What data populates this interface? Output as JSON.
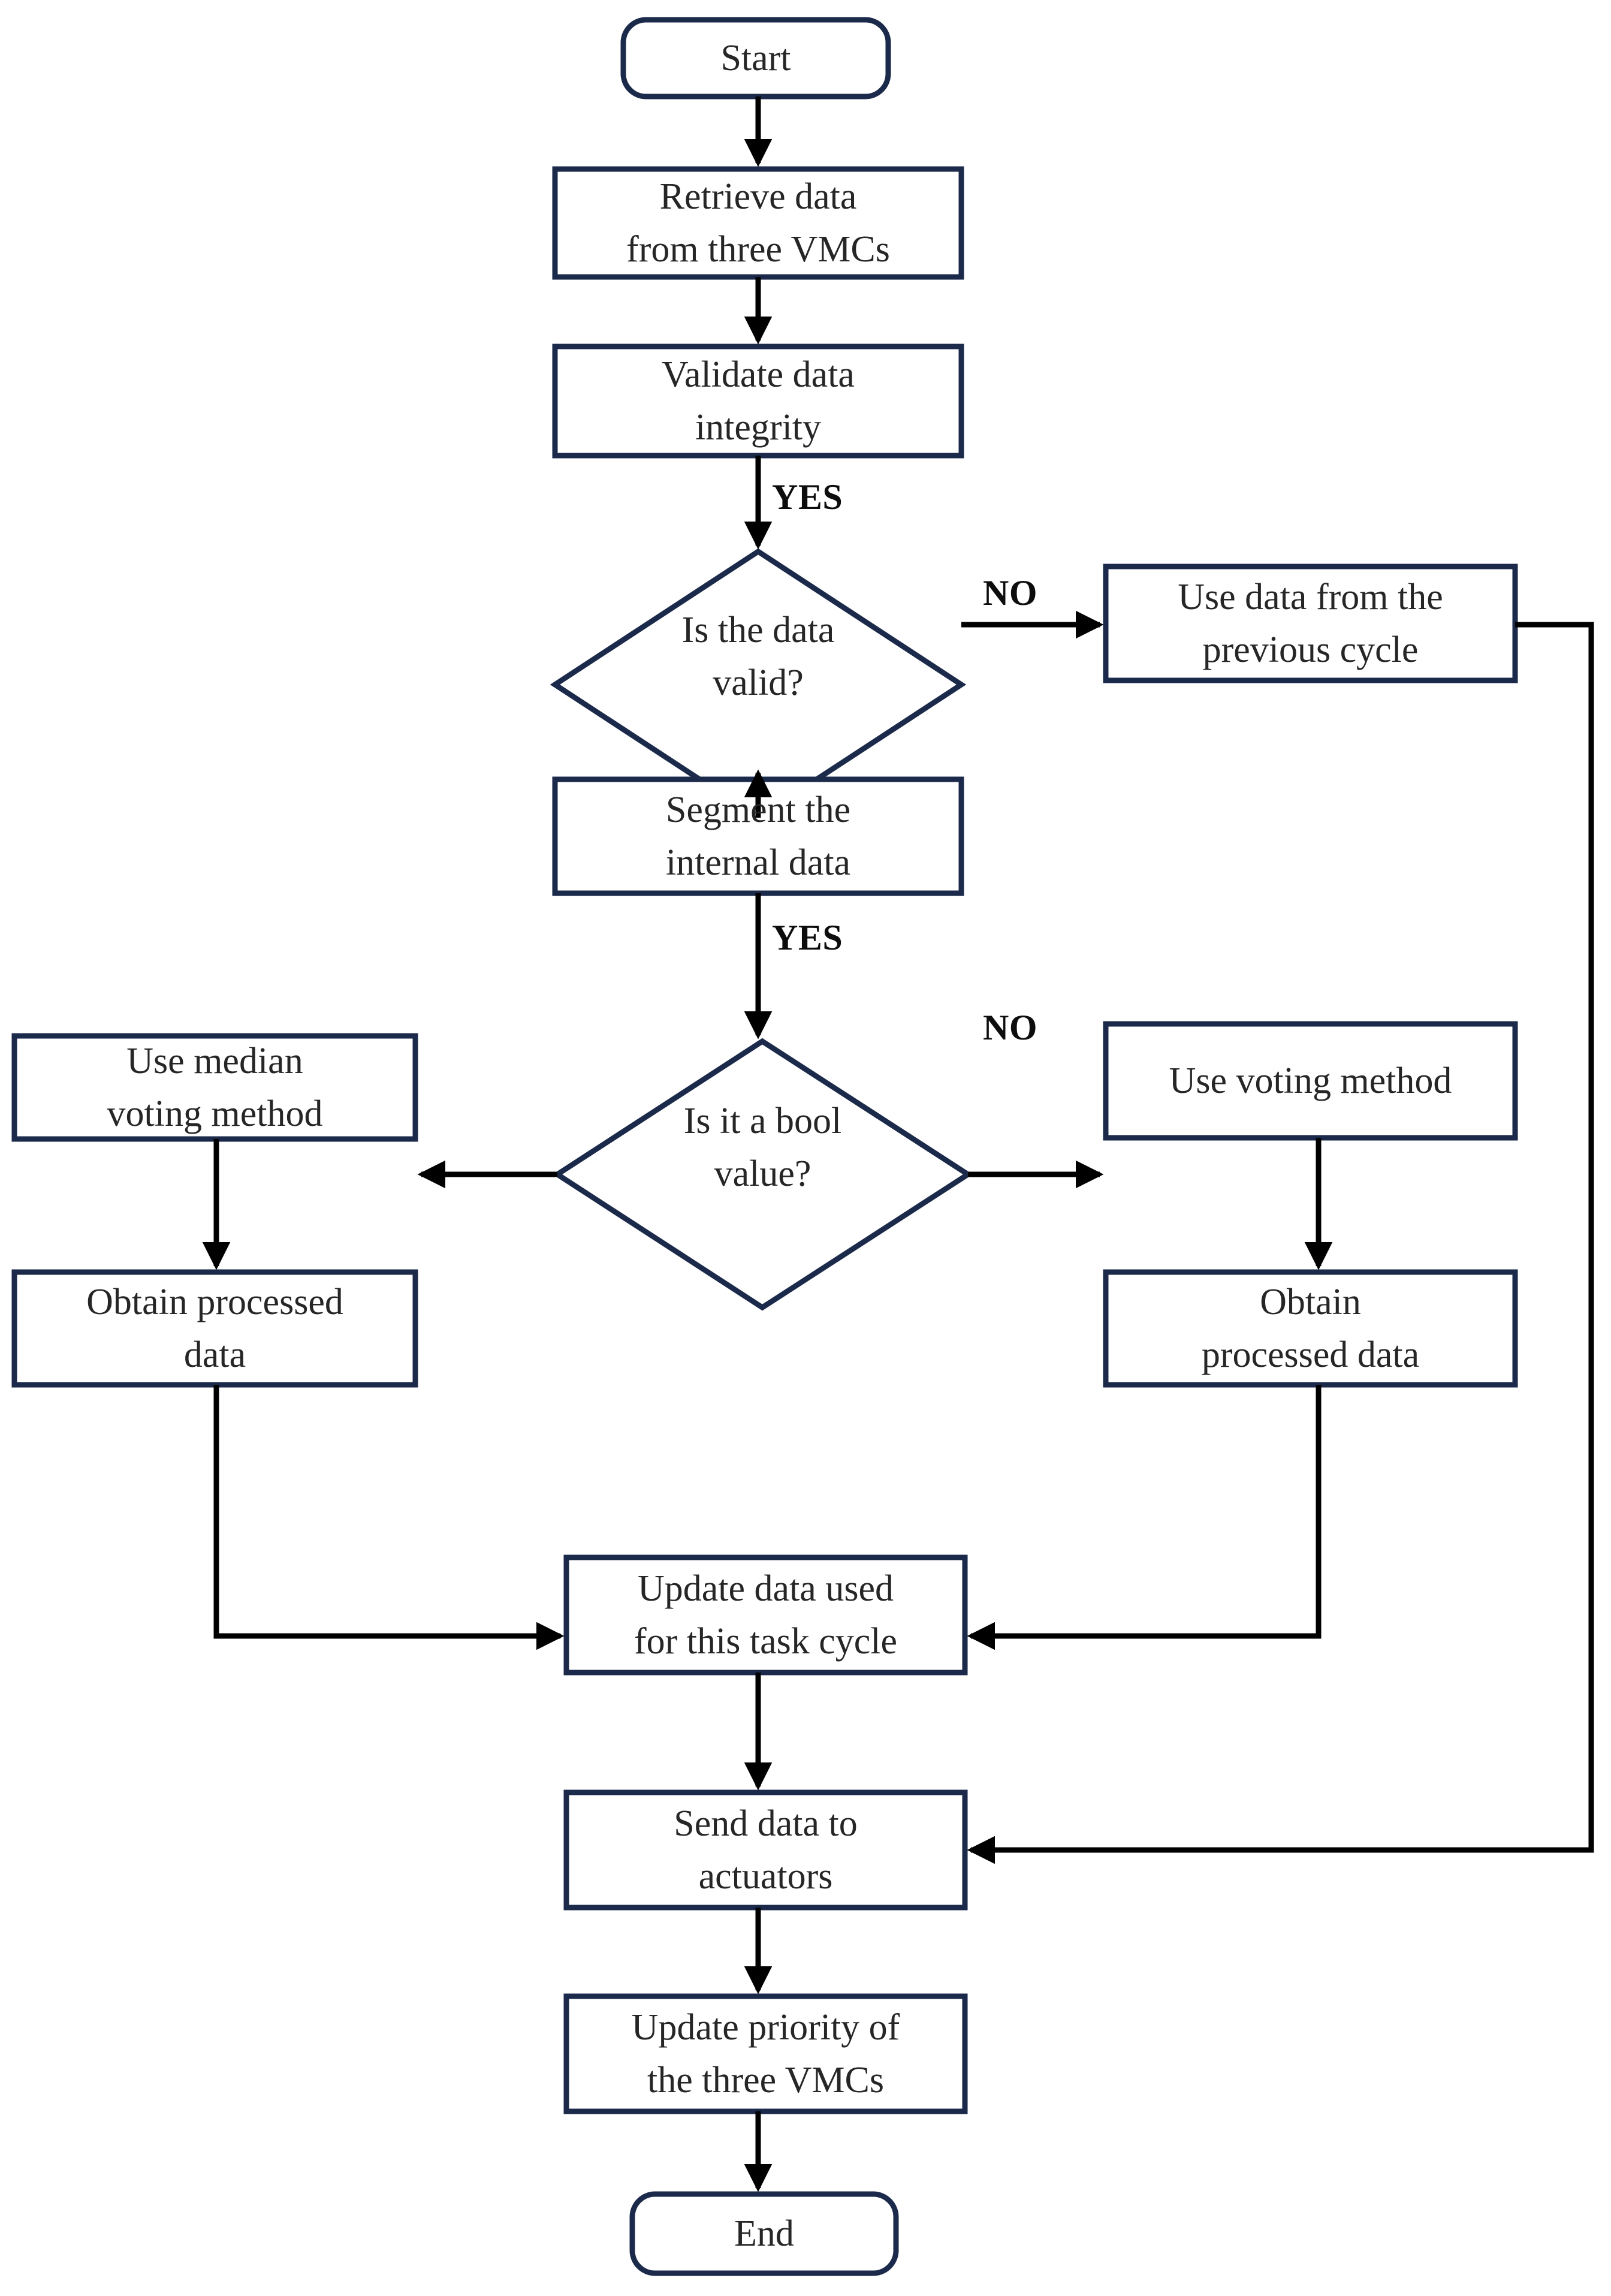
{
  "diagram": {
    "title": "VMC data processing task cycle flowchart",
    "type": "flowchart",
    "colors": {
      "node_border": "#1b2a4a",
      "node_fill": "#ffffff",
      "edge": "#000000",
      "text": "#262626",
      "label_text": "#0d0d0d",
      "background": "#ffffff"
    }
  },
  "nodes": {
    "start": {
      "label": "Start",
      "shape": "terminator"
    },
    "retrieve": {
      "line1": "Retrieve data",
      "line2": "from three VMCs",
      "shape": "process"
    },
    "validate": {
      "line1": "Validate data",
      "line2": "integrity",
      "shape": "process"
    },
    "is_valid": {
      "line1": "Is the data",
      "line2": "valid?",
      "shape": "decision"
    },
    "use_previous": {
      "line1": "Use data from the",
      "line2": "previous cycle",
      "shape": "process"
    },
    "segment": {
      "line1": "Segment the",
      "line2": "internal data",
      "shape": "process"
    },
    "is_bool": {
      "line1": "Is it a bool",
      "line2": "value?",
      "shape": "decision"
    },
    "median_voting": {
      "line1": "Use median",
      "line2": "voting method",
      "shape": "process"
    },
    "voting": {
      "line1": "Use voting method",
      "line2": "",
      "shape": "process"
    },
    "obtain_left": {
      "line1": "Obtain processed",
      "line2": "data",
      "shape": "process"
    },
    "obtain_right": {
      "line1": "Obtain",
      "line2": "processed data",
      "shape": "process"
    },
    "update_data": {
      "line1": "Update data used",
      "line2": "for this task cycle",
      "shape": "process"
    },
    "send_data": {
      "line1": "Send data to",
      "line2": "actuators",
      "shape": "process"
    },
    "update_priority": {
      "line1": "Update priority of",
      "line2": "the three VMCs",
      "shape": "process"
    },
    "end": {
      "label": "End",
      "shape": "terminator"
    }
  },
  "edge_labels": {
    "yes_validate": "YES",
    "no_is_valid": "NO",
    "yes_segment": "YES",
    "no_is_bool": "NO"
  },
  "edges": [
    {
      "from": "start",
      "to": "retrieve",
      "label": ""
    },
    {
      "from": "retrieve",
      "to": "validate",
      "label": ""
    },
    {
      "from": "validate",
      "to": "is_valid",
      "label": "YES"
    },
    {
      "from": "is_valid",
      "to": "use_previous",
      "label": "NO"
    },
    {
      "from": "is_valid",
      "to": "segment",
      "label": ""
    },
    {
      "from": "segment",
      "to": "is_bool",
      "label": "YES"
    },
    {
      "from": "is_bool",
      "to": "median_voting",
      "label": ""
    },
    {
      "from": "is_bool",
      "to": "voting",
      "label": "NO"
    },
    {
      "from": "median_voting",
      "to": "obtain_left",
      "label": ""
    },
    {
      "from": "voting",
      "to": "obtain_right",
      "label": ""
    },
    {
      "from": "obtain_left",
      "to": "update_data",
      "label": ""
    },
    {
      "from": "obtain_right",
      "to": "update_data",
      "label": ""
    },
    {
      "from": "update_data",
      "to": "send_data",
      "label": ""
    },
    {
      "from": "use_previous",
      "to": "send_data",
      "label": ""
    },
    {
      "from": "send_data",
      "to": "update_priority",
      "label": ""
    },
    {
      "from": "update_priority",
      "to": "end",
      "label": ""
    }
  ]
}
